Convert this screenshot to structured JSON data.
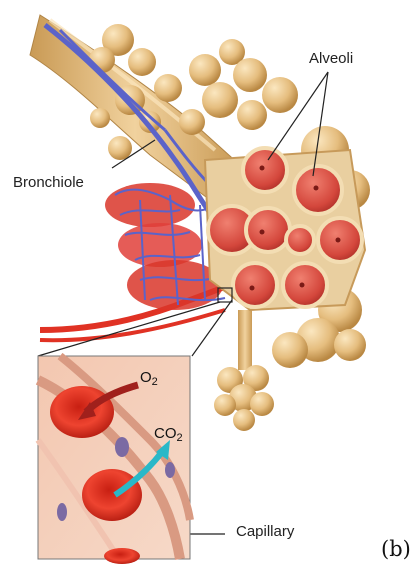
{
  "labels": {
    "alveoli": "Alveoli",
    "bronchiole": "Bronchiole",
    "capillary": "Capillary",
    "o2_main": "O",
    "o2_sub": "2",
    "co2_main": "CO",
    "co2_sub": "2",
    "panel": "(b)"
  },
  "colors": {
    "tissue": "#e7c48a",
    "tissue_shadow": "#c9974f",
    "alveolus_wall": "#e9cfa0",
    "alveolus_inner": "#d9574a",
    "artery": "#e03224",
    "vein": "#5b63c9",
    "rbc": "#e8321f",
    "o2_arrow": "#a0201c",
    "co2_arrow": "#2ab8c8"
  }
}
